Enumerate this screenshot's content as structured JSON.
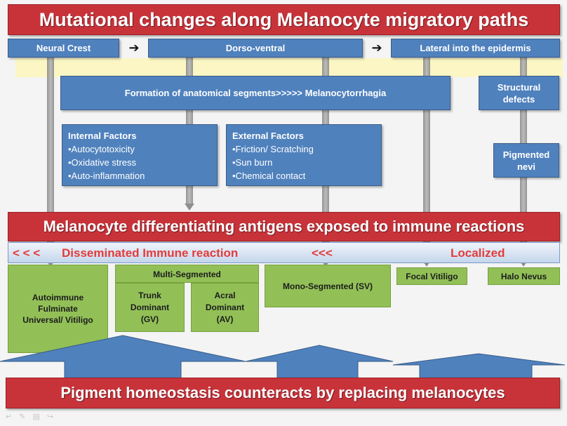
{
  "title": "Mutational changes along Melanocyte migratory paths",
  "paths": {
    "neural_crest": "Neural Crest",
    "dorso_ventral": "Dorso-ventral",
    "lateral": "Lateral into the epidermis"
  },
  "formation_label": "Formation of anatomical segments>>>>> Melanocytorrhagia",
  "structural_defects": "Structural defects",
  "pigmented_nevi": "Pigmented nevi",
  "internal_factors": {
    "title": "Internal Factors",
    "items": [
      "•Autocytotoxicity",
      "•Oxidative stress",
      "•Auto-inflammation"
    ]
  },
  "external_factors": {
    "title": "External Factors",
    "items": [
      "•Friction/ Scratching",
      "•Sun burn",
      "•Chemical contact"
    ]
  },
  "antigens_banner": "Melanocyte differentiating antigens exposed to immune reactions",
  "immune_bar": {
    "left_arrows": "< < <",
    "disseminated": "Disseminated Immune reaction",
    "mid_arrows": "<<<",
    "localized": "Localized"
  },
  "outcomes": {
    "autoimmune": "Autoimmune Fulminate Universal/ Vitiligo",
    "multi_segmented": "Multi-Segmented",
    "trunk": "Trunk Dominant (GV)",
    "acral": "Acral Dominant (AV)",
    "mono": "Mono-Segmented (SV)",
    "focal": "Focal Vitiligo",
    "halo": "Halo Nevus"
  },
  "bottom_banner": "Pigment homeostasis counteracts by replacing melanocytes",
  "colors": {
    "red": "#c8333a",
    "blue": "#4f81bd",
    "green": "#92c057",
    "yellow_band": "#fbf6c4",
    "immune_text": "#e23c3c"
  }
}
